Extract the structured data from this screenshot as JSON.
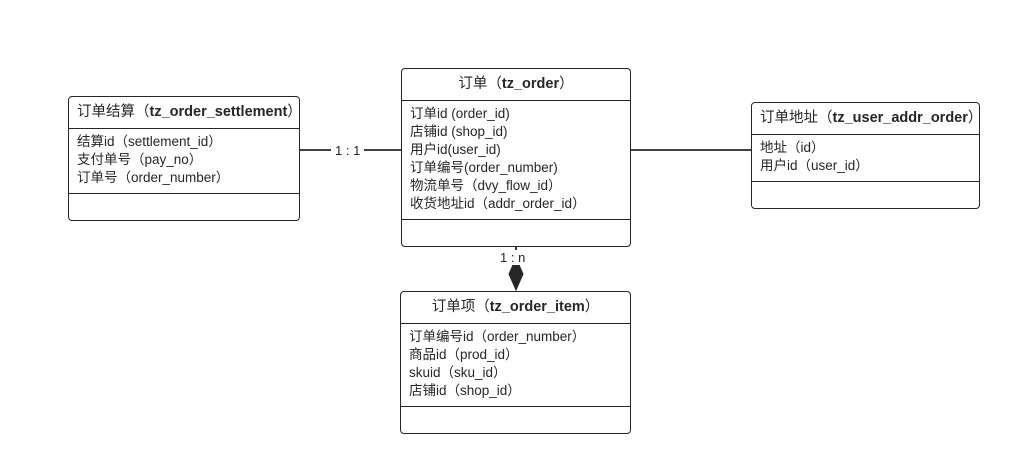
{
  "diagram": {
    "type": "er-diagram",
    "title": "",
    "background_color": "#ffffff",
    "line_color": "#262626",
    "text_color": "#262626"
  },
  "entities": {
    "order_settlement": {
      "cn_name": "订单结算",
      "table_name": "tz_order_settlement",
      "title_open": "（",
      "title_close": "）",
      "attributes": [
        "结算id（settlement_id）",
        "支付单号（pay_no）",
        "订单号（order_number）"
      ]
    },
    "order": {
      "cn_name": "订单",
      "table_name": "tz_order",
      "title_open": "（",
      "title_close": "）",
      "attributes": [
        "订单id (order_id)",
        "店铺id (shop_id)",
        "用户id(user_id)",
        "订单编号(order_number)",
        "物流单号（dvy_flow_id）",
        "收货地址id（addr_order_id）"
      ]
    },
    "user_addr_order": {
      "cn_name": "订单地址",
      "table_name": "tz_user_addr_order",
      "title_open": "（",
      "title_close": "）",
      "attributes": [
        "地址（id）",
        "用户id（user_id）"
      ]
    },
    "order_item": {
      "cn_name": "订单项",
      "table_name": "tz_order_item",
      "title_open": "（",
      "title_close": "）",
      "attributes": [
        "订单编号id（order_number）",
        "商品id（prod_id）",
        "skuid（sku_id）",
        "店铺id（shop_id）"
      ]
    }
  },
  "relationships": [
    {
      "id": "settlement-order",
      "from": "order_settlement",
      "to": "order",
      "label": "1 : 1",
      "marker": "none"
    },
    {
      "id": "order-addr",
      "from": "order",
      "to": "user_addr_order",
      "label": "",
      "marker": "none"
    },
    {
      "id": "order-item",
      "from": "order",
      "to": "order_item",
      "label": "1 : n",
      "marker": "filled-diamond"
    }
  ]
}
